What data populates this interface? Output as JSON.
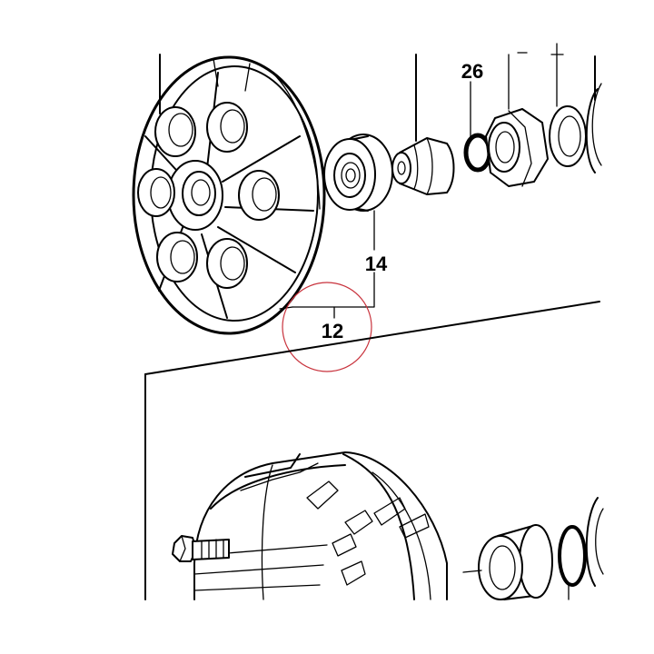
{
  "labels": {
    "part_26": "26",
    "part_14": "14",
    "part_12": "12"
  },
  "colors": {
    "line": "#000000",
    "highlight_circle": "#c8323c",
    "background": "#ffffff"
  }
}
